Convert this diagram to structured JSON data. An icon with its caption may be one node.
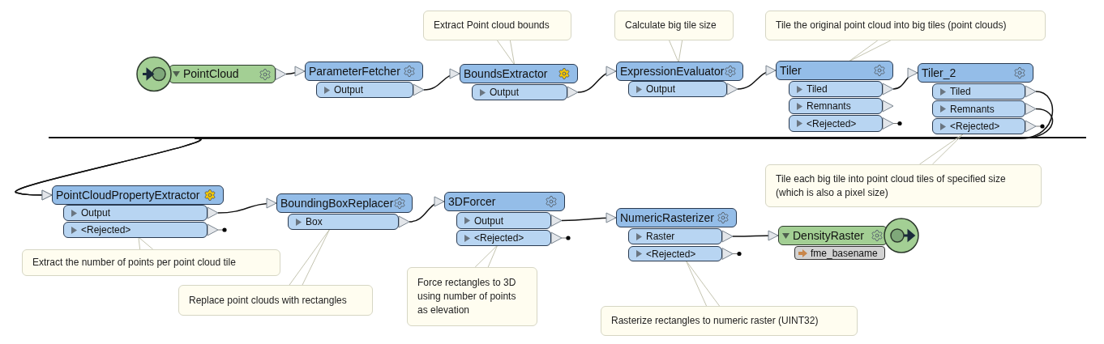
{
  "diagram": {
    "nodes": [
      {
        "text": [
          "PointCloud"
        ]
      },
      {
        "text": [
          "ParameterFetcher"
        ]
      },
      {
        "text": [
          "Output"
        ]
      },
      {
        "text": [
          "BoundsExtractor"
        ]
      },
      {
        "text": [
          "Output"
        ]
      },
      {
        "text": [
          "ExpressionEvaluator"
        ]
      },
      {
        "text": [
          "Output"
        ]
      },
      {
        "text": [
          "Tiler"
        ]
      },
      {
        "text": [
          "Tiled"
        ]
      },
      {
        "text": [
          "Remnants"
        ]
      },
      {
        "text": [
          "<Rejected>"
        ]
      },
      {
        "text": [
          "Tiler_2"
        ]
      },
      {
        "text": [
          "Tiled"
        ]
      },
      {
        "text": [
          "Remnants"
        ]
      },
      {
        "text": [
          "<Rejected>"
        ]
      },
      {
        "text": [
          "PointCloudPropertyExtractor"
        ]
      },
      {
        "text": [
          "Output"
        ]
      },
      {
        "text": [
          "<Rejected>"
        ]
      },
      {
        "text": [
          "BoundingBoxReplacer"
        ]
      },
      {
        "text": [
          "Box"
        ]
      },
      {
        "text": [
          "3DForcer"
        ]
      },
      {
        "text": [
          "Output"
        ]
      },
      {
        "text": [
          "<Rejected>"
        ]
      },
      {
        "text": [
          "NumericRasterizer"
        ]
      },
      {
        "text": [
          "Raster"
        ]
      },
      {
        "text": [
          "<Rejected>"
        ]
      },
      {
        "text": [
          "DensityRaster"
        ]
      },
      {
        "text": [
          "fme_basename"
        ]
      },
      {
        "text": [
          "Extract Point cloud bounds"
        ]
      },
      {
        "text": [
          "Calculate big tile size"
        ]
      },
      {
        "text": [
          "Tile the original point cloud into big tiles (point clouds)"
        ]
      },
      {
        "text": [
          "Tile each big tile into point cloud tiles of specified size (which is also a pixel size)"
        ]
      },
      {
        "text": [
          "Extract the number of points per point cloud tile"
        ]
      },
      {
        "text": [
          "Replace point clouds with rectangles"
        ]
      },
      {
        "text": [
          "Force rectangles to 3D using number of points as elevation"
        ]
      },
      {
        "text": [
          "Rasterize rectangles to numeric raster (UINT32)"
        ]
      }
    ],
    "edges": [
      {
        "from": 0,
        "to": 1,
        "arrow": "to"
      },
      {
        "from": 2,
        "to": 3,
        "arrow": "to"
      },
      {
        "from": 4,
        "to": 5,
        "arrow": "to"
      },
      {
        "from": 6,
        "to": 7,
        "arrow": "to"
      },
      {
        "from": 8,
        "to": 11,
        "arrow": "to"
      },
      {
        "from": 12,
        "to": 15,
        "arrow": "to"
      },
      {
        "from": 13,
        "to": 15,
        "arrow": "to"
      },
      {
        "from": 16,
        "to": 18,
        "arrow": "to"
      },
      {
        "from": 19,
        "to": 20,
        "arrow": "to"
      },
      {
        "from": 21,
        "to": 23,
        "arrow": "to"
      },
      {
        "from": 24,
        "to": 26,
        "arrow": "to"
      },
      {
        "from": 28,
        "to": 3,
        "arrow": "none",
        "color": "#c4c4b0"
      },
      {
        "from": 29,
        "to": 5,
        "arrow": "none",
        "color": "#c4c4b0"
      },
      {
        "from": 30,
        "to": 7,
        "arrow": "none",
        "color": "#c4c4b0"
      },
      {
        "from": 31,
        "to": 14,
        "arrow": "none",
        "color": "#c4c4b0"
      },
      {
        "from": 32,
        "to": 17,
        "arrow": "none",
        "color": "#c4c4b0"
      },
      {
        "from": 33,
        "to": 19,
        "arrow": "none",
        "color": "#c4c4b0"
      },
      {
        "from": 34,
        "to": 22,
        "arrow": "none",
        "color": "#c4c4b0"
      },
      {
        "from": 35,
        "to": 25,
        "arrow": "none",
        "color": "#c4c4b0"
      }
    ]
  }
}
